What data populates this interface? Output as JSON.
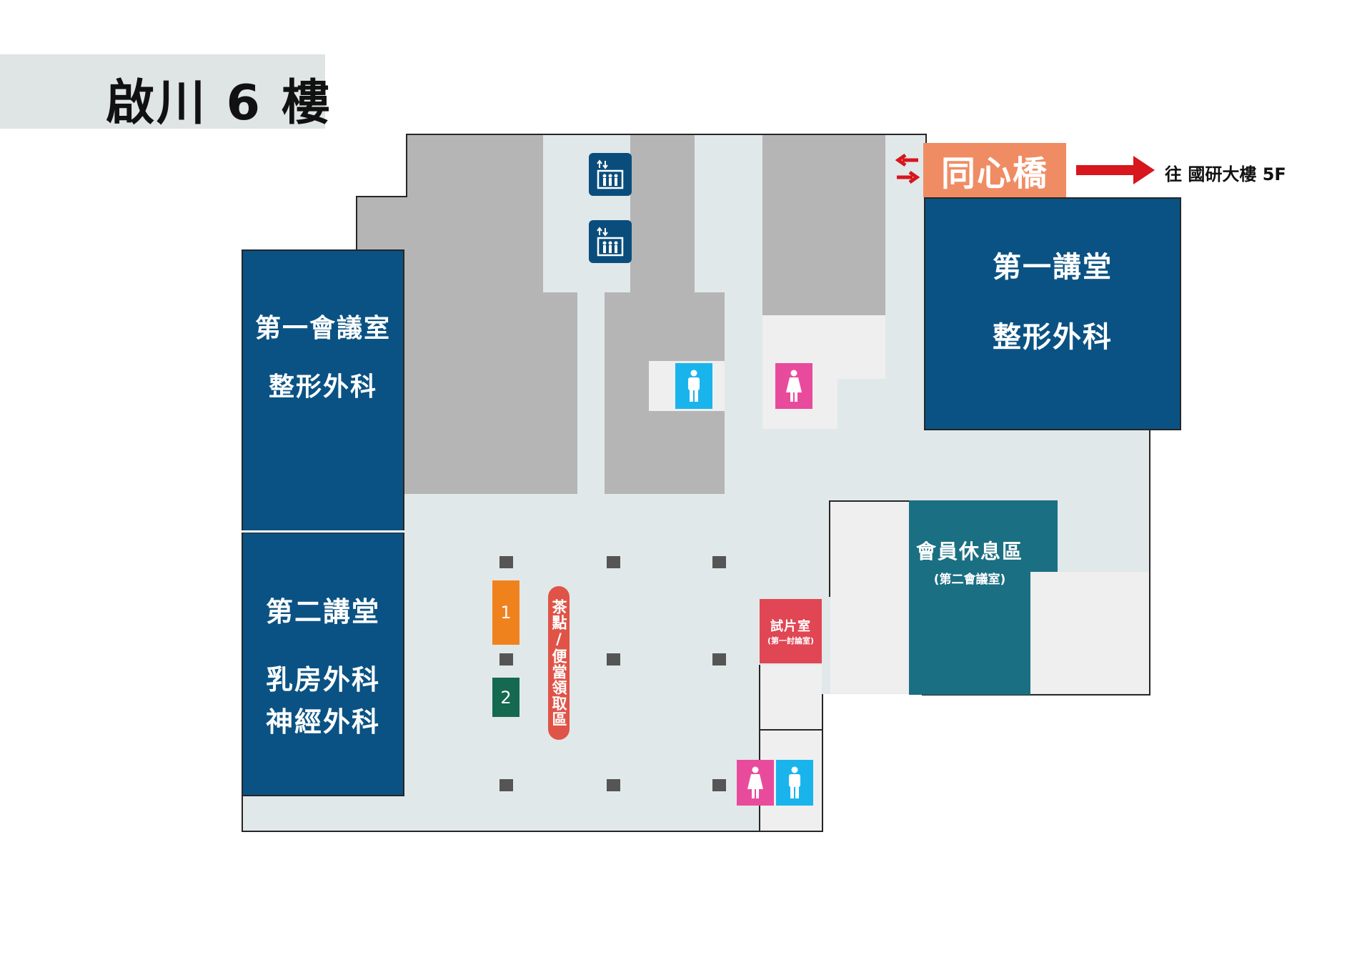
{
  "title": "啟川 6 樓",
  "bridge": {
    "label": "同心橋",
    "destination": "往 國研大樓 5F"
  },
  "rooms": {
    "meeting_room_1": {
      "line1": "第一會議室",
      "line2": "整形外科"
    },
    "lecture_hall_1": {
      "line1": "第一講堂",
      "line2": "整形外科"
    },
    "lecture_hall_2": {
      "line1": "第二講堂",
      "line2": "乳房外科",
      "line3": "神經外科"
    },
    "lounge": {
      "line1": "會員休息區",
      "line2": "(第二會議室)"
    },
    "preview_room": {
      "line1": "試片室",
      "line2": "(第一討論室)"
    },
    "snack_area": {
      "label": "茶點/便當領取區"
    }
  },
  "markers": {
    "marker_1": "1",
    "marker_2": "2"
  },
  "icons": {
    "elevator": "elevator-icon",
    "male_restroom": "male-restroom-icon",
    "female_restroom": "female-restroom-icon",
    "bridge_arrows": "double-arrow-icon",
    "direction_arrow": "arrow-right-icon"
  },
  "colors": {
    "room_blue": "#0a5283",
    "lounge_teal": "#1b6f82",
    "bridge_orange": "#f08c64",
    "arrow_red": "#d7161d",
    "preview_red": "#e04653",
    "snack_red": "#e05448",
    "marker_orange": "#f0821e",
    "marker_green": "#15694e",
    "male_blue": "#1ab4ec",
    "female_pink": "#e94b9c",
    "floor": "#e1e8ea"
  }
}
